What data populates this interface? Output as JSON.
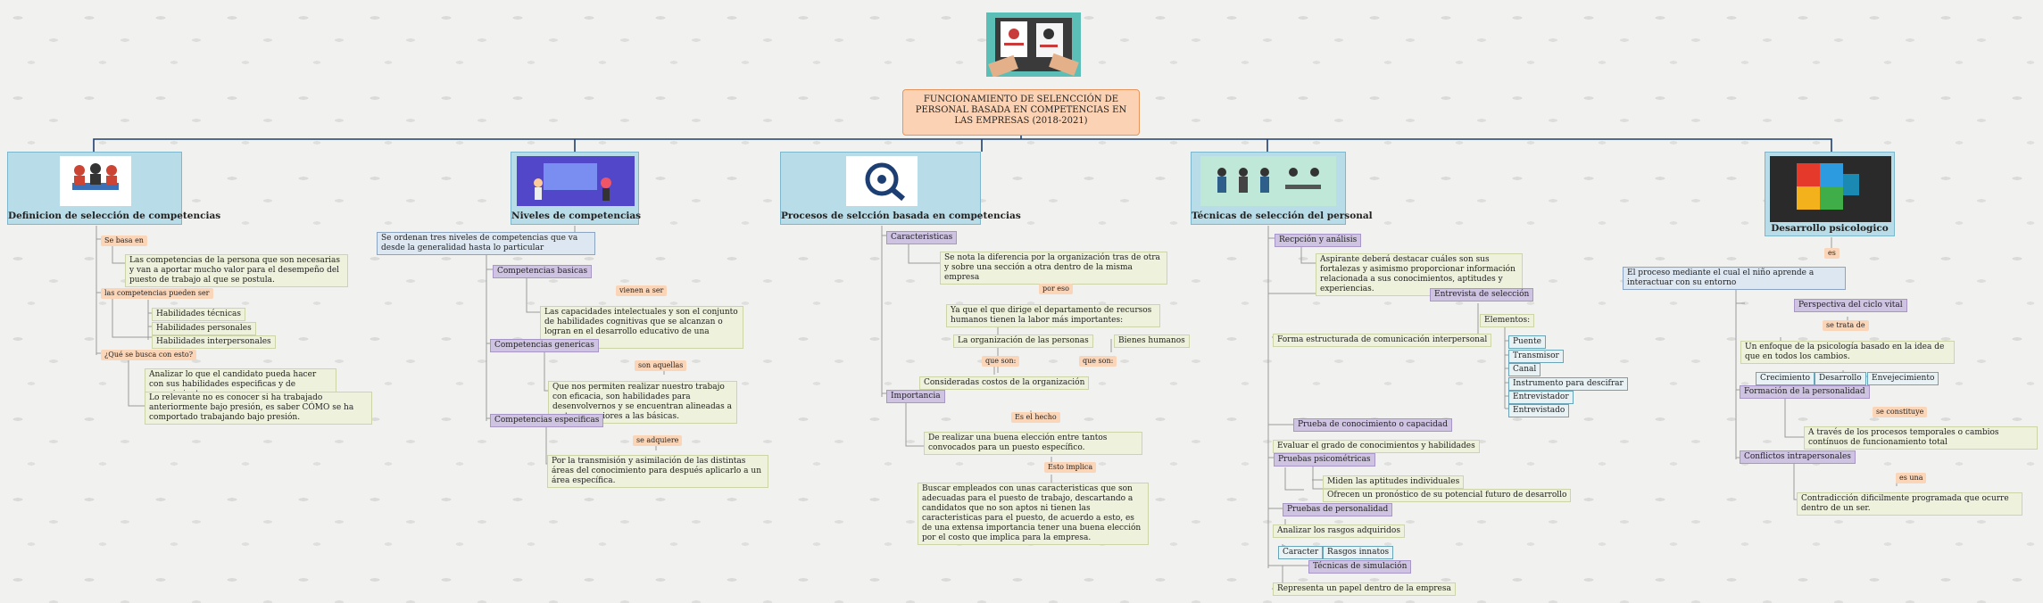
{
  "root": {
    "text": "FUNCIONAMIENTO DE SELENCCIÓN DE PERSONAL BASADA EN COMPETENCIAS EN LAS EMPRESAS (2018-2021)"
  },
  "branches": {
    "b1": "Definicion de selección de competencias",
    "b2": "Niveles de competencias",
    "b3": "Procesos de selcción basada en competencias",
    "b4": "Técnicas de selección del personal",
    "b5": "Desarrollo psicologico"
  },
  "b1": {
    "se_basa_en": "Se basa en",
    "competencias_text": "Las competencias de la persona que son necesarias y van a aportar mucho valor para el desempeño del puesto de trabajo al que se postula.",
    "pueden_ser": "las competencias pueden ser",
    "habilidades": [
      "Habilidades técnicas",
      "Habilidades personales",
      "Habilidades interpersonales"
    ],
    "que_se_busca": "¿Qué se busca con esto?",
    "analizar": "Analizar lo que el candidato pueda hacer con sus habilidades especificas y de conocimiento.",
    "relevante": "Lo relevante no es conocer si ha trabajado anteriormente bajo presión, es saber CÓMO se ha comportado trabajando bajo presión."
  },
  "b2": {
    "ordenan": "Se ordenan tres niveles de competencias que va desde la generalidad hasta lo particular",
    "basicas": "Competencias basicas",
    "vienen": "vienen a ser",
    "basicas_text": "Las capacidades intelectuales y son el conjunto de habilidades cognitivas que se alcanzan o logran en el desarrollo educativo de una persona.",
    "genericas": "Competencias genericas",
    "son_aquellas": "son aquellas",
    "genericas_text": "Que nos permiten realizar nuestro trabajo con eficacia, son habilidades para desenvolvernos y se encuentran alineadas a metas superiores a las básicas.",
    "especificas": "Competencias especificas",
    "se_adquiere": "se adquiere",
    "especificas_text": "Por la transmisión y asimilación de las distintas áreas del conocimiento para después aplicarlo a un área específica."
  },
  "b3": {
    "caracteristicas": "Caracteristicas",
    "diferencia": "Se nota la diferencia por la organización tras de otra y sobre una sección a otra dentro de la misma empresa",
    "por_eso": "por eso",
    "departamento": "Ya que el que dirige el departamento de recursos humanos tienen la labor más importantes:",
    "organizacion_personas": "La organización de las personas",
    "bienes": "Bienes humanos",
    "que_son_1": "que son:",
    "que_son_2": "que son:",
    "costos": "Consideradas costos de la organización",
    "importancia": "Importancia",
    "es_el_hecho": "Es el hecho",
    "realizar": "De realizar una buena elección entre tantos convocados para un puesto específico.",
    "esto_implica": "Esto implica",
    "buscar": "Buscar empleados con unas caracteristicas que son adecuadas para el puesto de trabajo, descartando a candidatos que no son aptos ni tienen las caracteristicas para el puesto, de acuerdo a esto, es de una extensa importancia tener una buena elección por el costo que implica para la empresa."
  },
  "b4": {
    "recepcion": "Recpción y análisis",
    "aspirante": "Aspirante deberá destacar cuáles son sus fortalezas y asimismo proporcionar información relacionada a sus conocimientos, aptitudes y experiencias.",
    "entrevista": "Entrevista de selección",
    "forma": "Forma estructurada de comunicación interpersonal",
    "elementos": "Elementos:",
    "elementos_list": [
      "Puente",
      "Transmisor",
      "Canal",
      "Instrumento para descifrar",
      "Entrevistador",
      "Entrevistado"
    ],
    "prueba_conocimiento": "Prueba de conocimiento o capacidad",
    "evaluar": "Evaluar el grado de conocimientos y habilidades",
    "psicometricas": "Pruebas psicométricas",
    "miden": "Miden las aptitudes individuales",
    "ofrecen": "Ofrecen un pronóstico de su potencial futuro de desarrollo",
    "personalidad": "Pruebas de personalidad",
    "analizar": "Analizar los rasgos adquiridos",
    "caracter": "Caracter",
    "rasgos": "Rasgos innatos",
    "simulacion": "Técnicas de simulación",
    "representa": "Representa un papel dentro de la empresa"
  },
  "b5": {
    "es": "es",
    "proceso": "El proceso mediante el cual el niño aprende a interactuar con su entorno",
    "perspectiva": "Perspectiva del ciclo vital",
    "se_trata_de": "se trata de",
    "enfoque": "Un enfoque de la psicología basado en la idea de que en todos los cambios.",
    "etapas": [
      "Crecimiento",
      "Desarrollo",
      "Envejecimiento"
    ],
    "formacion": "Formación de la personalidad",
    "se_constituye": "se constituye",
    "traves": "A través de los procesos temporales o cambios contínuos de funcionamiento total",
    "conflictos": "Conflictos intrapersonales",
    "es_una": "es una",
    "contradiccion": "Contradicción dificilmente programada que ocurre dentro de un ser."
  },
  "colors": {
    "root_fill": "#fbd3b4",
    "branch_fill": "#b9dde8",
    "line": "#1f3f6e",
    "sub_line": "#a0a0a0"
  }
}
